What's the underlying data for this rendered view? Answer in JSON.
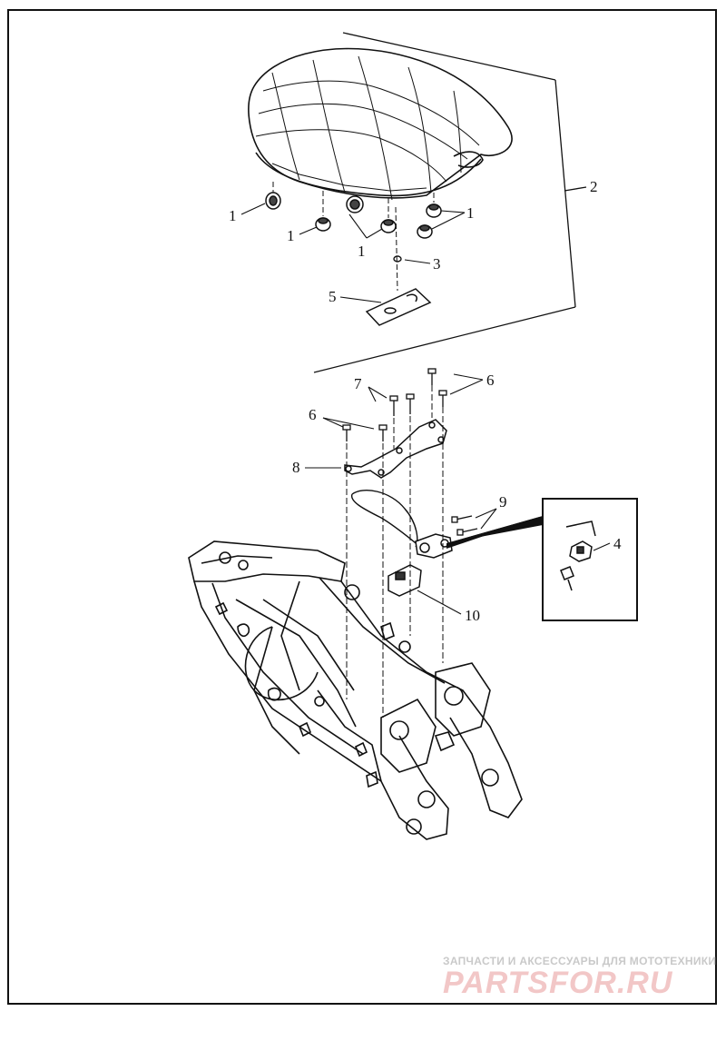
{
  "diagram": {
    "callouts": {
      "c1a": "1",
      "c1b": "1",
      "c1c": "1",
      "c1d": "1",
      "c2": "2",
      "c3": "3",
      "c4": "4",
      "c5": "5",
      "c6a": "6",
      "c6b": "6",
      "c7": "7",
      "c8": "8",
      "c9": "9",
      "c10": "10"
    }
  },
  "watermark": {
    "line1": "ЗАПЧАСТИ И АКСЕССУАРЫ ДЛЯ МОТОТЕХНИКИ",
    "line2": "PARTSFOR.RU"
  }
}
